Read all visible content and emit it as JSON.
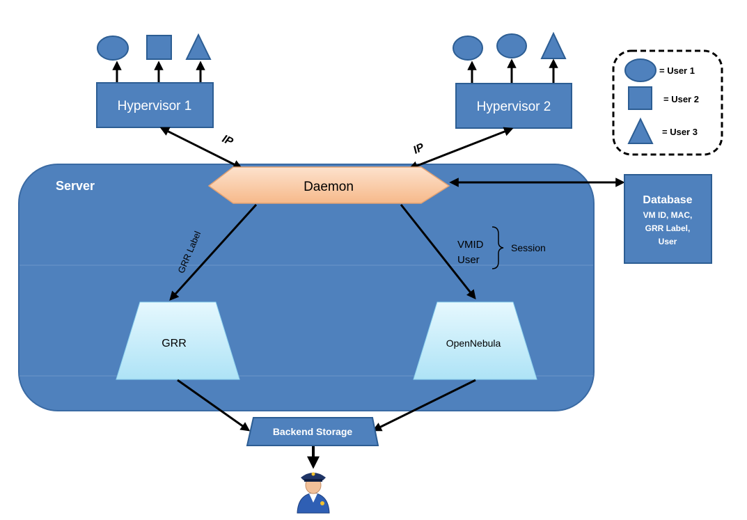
{
  "server": {
    "label": "Server"
  },
  "hypervisors": [
    {
      "label": "Hypervisor 1"
    },
    {
      "label": "Hypervisor 2"
    }
  ],
  "daemon": {
    "label": "Daemon"
  },
  "links": {
    "ip_left": "IP",
    "ip_right": "IP",
    "grr_label": "GRR Label"
  },
  "session": {
    "vmid": "VMID",
    "user": "User",
    "label": "Session"
  },
  "grr": {
    "label": "GRR"
  },
  "opennebula": {
    "label": "OpenNebula"
  },
  "backend": {
    "label": "Backend Storage"
  },
  "database": {
    "title": "Database",
    "lines": [
      "VM ID, MAC,",
      "GRR Label,",
      "User"
    ]
  },
  "legend": {
    "items": [
      {
        "shape": "ellipse",
        "label": "= User 1"
      },
      {
        "shape": "square",
        "label": "= User 2"
      },
      {
        "shape": "triangle",
        "label": "= User 3"
      }
    ]
  },
  "colors": {
    "server_fill": "#4f81bd",
    "box_fill": "#4f81bd",
    "box_stroke": "#2c5d93",
    "daemon_fill": "#fbc9a4",
    "trap_fill": "#c6eefb",
    "arrow": "#000000",
    "white_text": "#ffffff"
  }
}
